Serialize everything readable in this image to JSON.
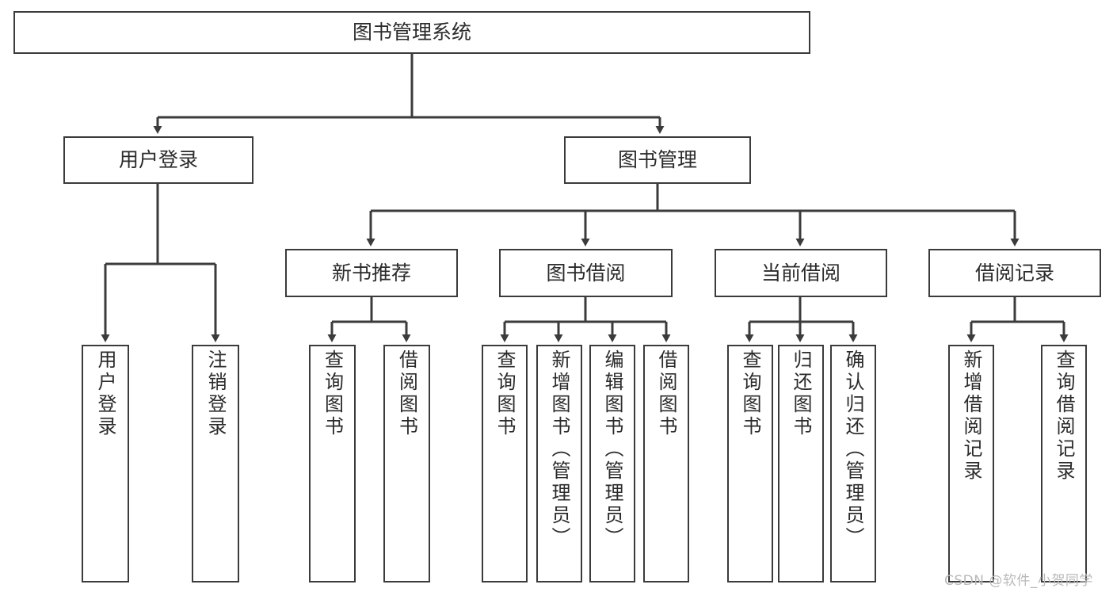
{
  "diagram": {
    "title": "图书管理系统",
    "type": "tree-hierarchy",
    "watermark": "CSDN @软件_小贺同学",
    "colors": {
      "background": "#ffffff",
      "border": "#3b3b3b",
      "edge": "#3b3b3b",
      "text": "#2b2b2b",
      "watermark": "#b9b9b9"
    },
    "root": {
      "label": "图书管理系统"
    },
    "level2": [
      {
        "label": "用户登录"
      },
      {
        "label": "图书管理"
      }
    ],
    "level3": [
      {
        "label": "新书推荐"
      },
      {
        "label": "图书借阅"
      },
      {
        "label": "当前借阅"
      },
      {
        "label": "借阅记录"
      }
    ],
    "leaves": {
      "user_login": [
        {
          "label": "用户登录"
        },
        {
          "label": "注销登录"
        }
      ],
      "new_book_recommend": [
        {
          "label": "查询图书"
        },
        {
          "label": "借阅图书"
        }
      ],
      "book_borrow": [
        {
          "label": "查询图书"
        },
        {
          "label": "新增图书（管理员）"
        },
        {
          "label": "编辑图书（管理员）"
        },
        {
          "label": "借阅图书"
        }
      ],
      "current_borrow": [
        {
          "label": "查询图书"
        },
        {
          "label": "归还图书"
        },
        {
          "label": "确认归还（管理员）"
        }
      ],
      "borrow_record": [
        {
          "label": "新增借阅记录"
        },
        {
          "label": "查询借阅记录"
        }
      ]
    }
  }
}
